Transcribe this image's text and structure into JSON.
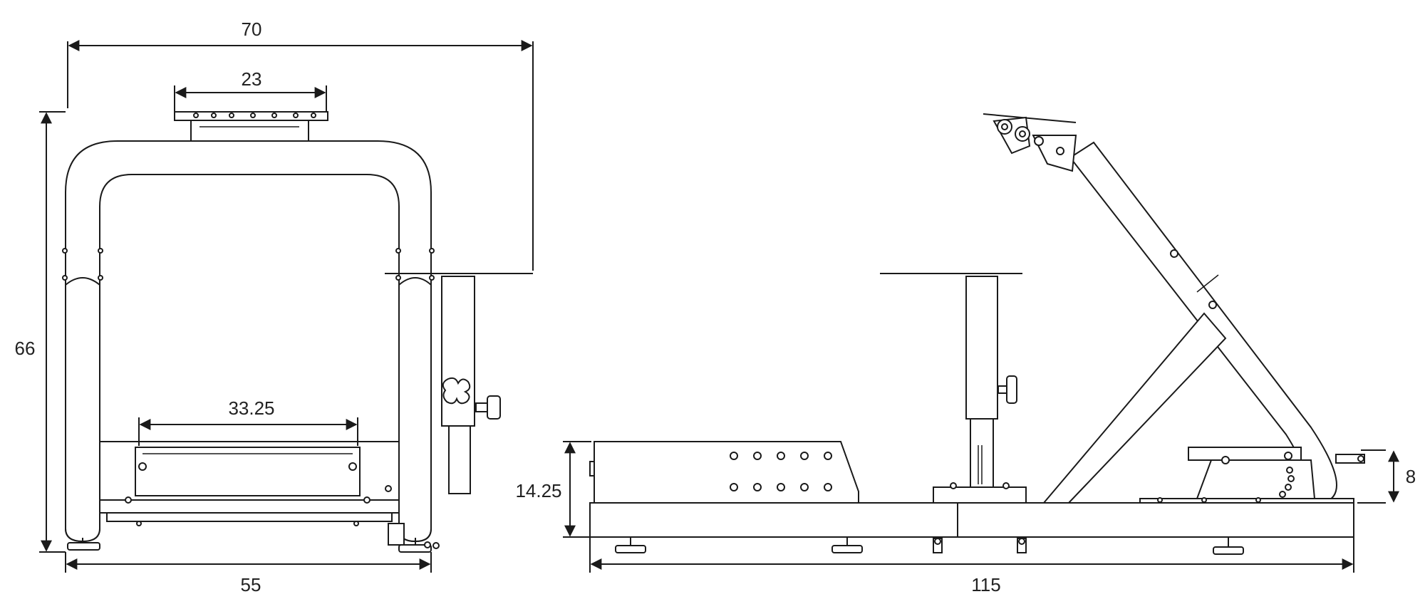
{
  "dimensions": {
    "front_overall_width": "70",
    "wheel_plate_width": "23",
    "front_height": "66",
    "pedal_plate_width": "33.25",
    "front_base_width": "55",
    "side_base_height": "14.25",
    "side_overall_length": "115",
    "seat_rail_height": "8"
  },
  "colors": {
    "line": "#1a1a1a",
    "background": "#ffffff",
    "text": "#222222"
  }
}
